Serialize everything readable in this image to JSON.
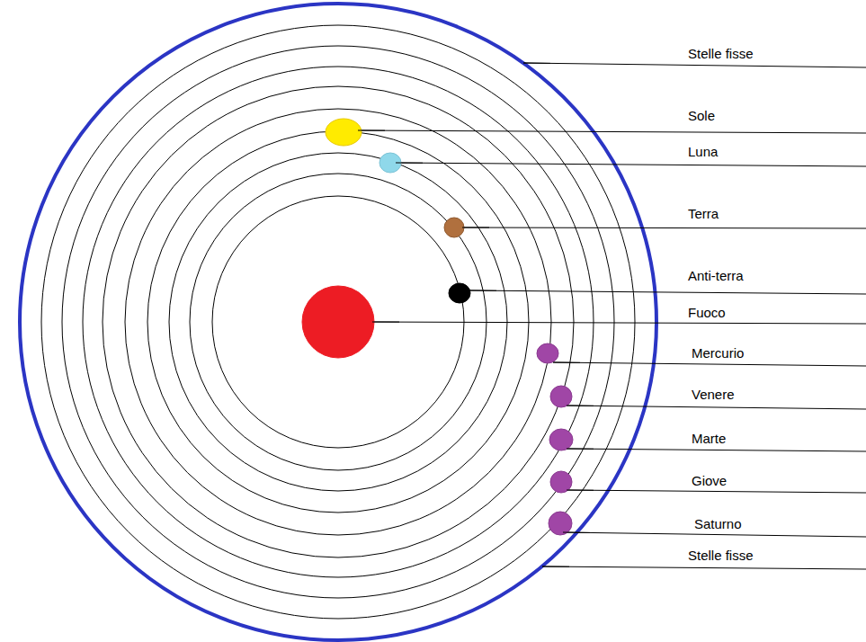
{
  "diagram": {
    "labels": [
      "Stelle fisse",
      "Sole",
      "Luna",
      "Terra",
      "Anti-terra",
      "Fuoco",
      "Mercurio",
      "Venere",
      "Marte",
      "Giove",
      "Saturno",
      "Stelle fisse"
    ]
  }
}
